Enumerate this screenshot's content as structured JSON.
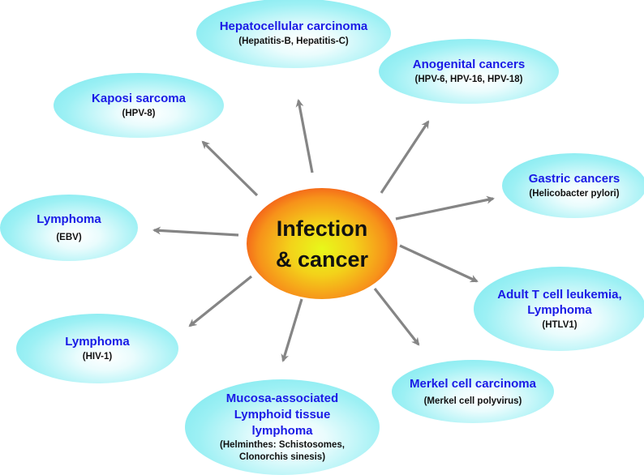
{
  "center": {
    "line1": "Infection",
    "line2": "& cancer"
  },
  "nodes": {
    "hepatocellular": {
      "title": "Hepatocellular carcinoma",
      "sub": "(Hepatitis-B, Hepatitis-C)"
    },
    "anogenital": {
      "title": "Anogenital cancers",
      "sub": "(HPV-6, HPV-16, HPV-18)"
    },
    "kaposi": {
      "title": "Kaposi sarcoma",
      "sub": "(HPV-8)"
    },
    "gastric": {
      "title": "Gastric cancers",
      "sub": "(Helicobacter pylori)"
    },
    "lymphoma_ebv": {
      "title": "Lymphoma",
      "sub": "(EBV)"
    },
    "adult_t_cell": {
      "title1": "Adult T cell leukemia,",
      "title2": "Lymphoma",
      "sub": "(HTLV1)"
    },
    "lymphoma_hiv": {
      "title": "Lymphoma",
      "sub": "(HIV-1)"
    },
    "merkel": {
      "title": "Merkel cell carcinoma",
      "sub": "(Merkel cell polyvirus)"
    },
    "malt": {
      "title1": "Mucosa-associated",
      "title2": "Lymphoid tissue",
      "title3": "lymphoma",
      "sub1": "(Helminthes: Schistosomes,",
      "sub2": "Clonorchis sinesis)"
    }
  },
  "colors": {
    "title_text": "#1a1ae6",
    "sub_text": "#111111",
    "node_fill": "#8eeef3",
    "arrow": "#858585",
    "center_outer": "#ff1a0a",
    "center_inner": "#e8f81a"
  },
  "arrows": [
    {
      "from": "center",
      "to": "hepatocellular"
    },
    {
      "from": "center",
      "to": "kaposi"
    },
    {
      "from": "center",
      "to": "anogenital"
    },
    {
      "from": "center",
      "to": "gastric"
    },
    {
      "from": "center",
      "to": "lymphoma_ebv"
    },
    {
      "from": "center",
      "to": "adult_t_cell"
    },
    {
      "from": "center",
      "to": "lymphoma_hiv"
    },
    {
      "from": "center",
      "to": "malt"
    },
    {
      "from": "center",
      "to": "merkel"
    }
  ]
}
